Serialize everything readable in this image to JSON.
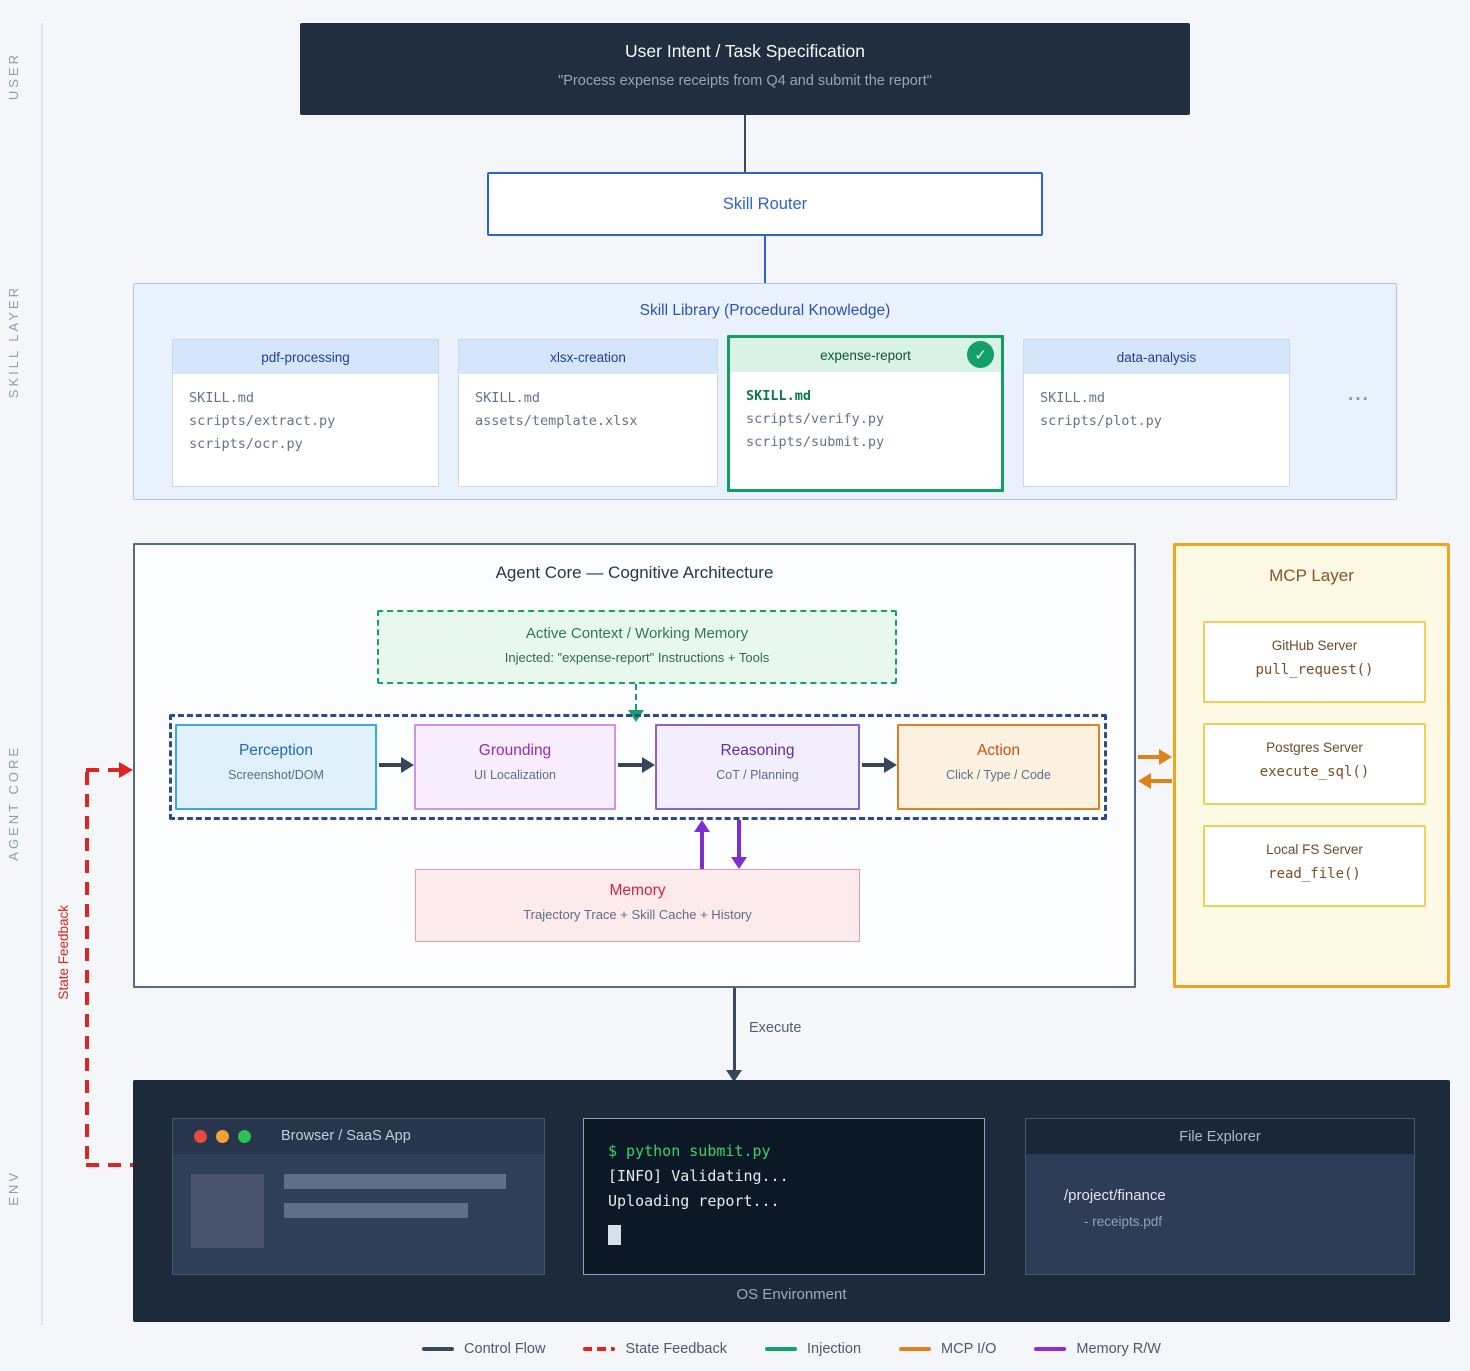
{
  "rail": {
    "user": "USER",
    "skill_layer": "SKILL LAYER",
    "agent_core": "AGENT CORE",
    "env": "ENV"
  },
  "user_intent": {
    "title": "User Intent / Task Specification",
    "quote": "\"Process expense receipts from Q4 and submit the report\""
  },
  "skill_router": {
    "label": "Skill Router"
  },
  "skill_library": {
    "title": "Skill Library (Procedural Knowledge)",
    "ellipsis": "...",
    "cards": [
      {
        "name": "pdf-processing",
        "selected": false,
        "files": [
          "SKILL.md",
          "scripts/extract.py",
          "scripts/ocr.py"
        ]
      },
      {
        "name": "xlsx-creation",
        "selected": false,
        "files": [
          "SKILL.md",
          "assets/template.xlsx"
        ]
      },
      {
        "name": "expense-report",
        "selected": true,
        "files": [
          "SKILL.md",
          "scripts/verify.py",
          "scripts/submit.py"
        ]
      },
      {
        "name": "data-analysis",
        "selected": false,
        "files": [
          "SKILL.md",
          "scripts/plot.py"
        ]
      }
    ]
  },
  "agent_core": {
    "title": "Agent Core — Cognitive Architecture",
    "active_context": {
      "title": "Active Context / Working Memory",
      "subtitle": "Injected: \"expense-report\" Instructions + Tools"
    },
    "pipeline": [
      {
        "title": "Perception",
        "subtitle": "Screenshot/DOM"
      },
      {
        "title": "Grounding",
        "subtitle": "UI Localization"
      },
      {
        "title": "Reasoning",
        "subtitle": "CoT / Planning"
      },
      {
        "title": "Action",
        "subtitle": "Click / Type / Code"
      }
    ],
    "memory": {
      "title": "Memory",
      "subtitle": "Trajectory Trace + Skill Cache + History"
    }
  },
  "mcp": {
    "title": "MCP Layer",
    "servers": [
      {
        "name": "GitHub Server",
        "func": "pull_request()"
      },
      {
        "name": "Postgres Server",
        "func": "execute_sql()"
      },
      {
        "name": "Local FS Server",
        "func": "read_file()"
      }
    ]
  },
  "flow": {
    "execute_label": "Execute",
    "state_feedback_label": "State Feedback"
  },
  "environment": {
    "os_label": "OS Environment",
    "browser": {
      "title": "Browser / SaaS App"
    },
    "terminal": {
      "lines": [
        "$ python submit.py",
        "[INFO] Validating...",
        "Uploading report..."
      ]
    },
    "file_explorer": {
      "title": "File Explorer",
      "path": "/project/finance",
      "file": "- receipts.pdf"
    }
  },
  "legend": [
    {
      "label": "Control Flow",
      "color": "#3a4a5e",
      "style": "solid"
    },
    {
      "label": "State Feedback",
      "color": "#e02421",
      "style": "dashed"
    },
    {
      "label": "Injection",
      "color": "#16a169",
      "style": "solid"
    },
    {
      "label": "MCP I/O",
      "color": "#e0821a",
      "style": "solid"
    },
    {
      "label": "Memory R/W",
      "color": "#8e2cd8",
      "style": "solid"
    }
  ],
  "icons": {
    "check": "✓"
  },
  "colors": {
    "background": "#f4f6f9",
    "dark_box": "#212e40",
    "env_box": "#1d2a3c",
    "router_blue": "#2b63d9",
    "library_blue_bg": "#e9f1fc",
    "selected_green": "#109e63",
    "mcp_orange": "#eda81a",
    "memory_pink": "#fdeaed",
    "traffic_lights": [
      "#e8483f",
      "#f2a233",
      "#2bc155"
    ],
    "terminal_green": "#34d36a"
  }
}
